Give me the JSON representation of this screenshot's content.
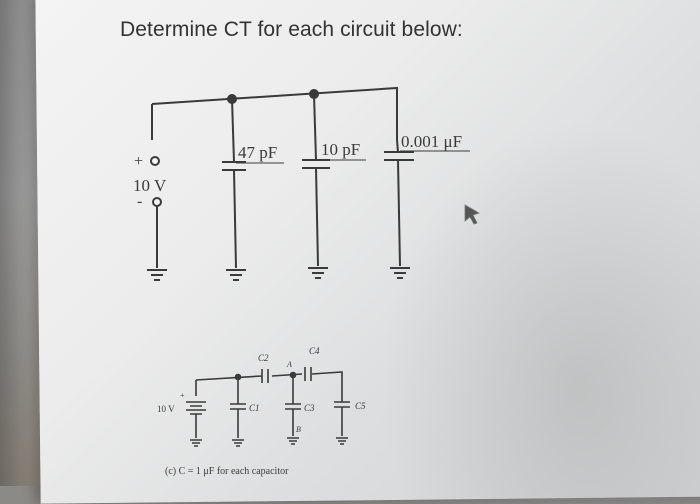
{
  "question": "Determine CT for each circuit below:",
  "circuit1": {
    "source_plus": "+",
    "source_voltage": "10 V",
    "source_minus": "-",
    "cap1_label": "47 pF",
    "cap2_label": "10 pF",
    "cap3_label": "0.001 μF"
  },
  "circuit2": {
    "source_voltage": "10 V",
    "source_plus": "+",
    "c1": "C1",
    "c2": "C2",
    "c3": "C3",
    "c4": "C4",
    "c5": "C5",
    "node_a": "A",
    "node_b": "B",
    "caption": "(c) C = 1 μF for each capacitor"
  },
  "colors": {
    "ink": "#3a3a3a",
    "paper": "#ececec"
  }
}
